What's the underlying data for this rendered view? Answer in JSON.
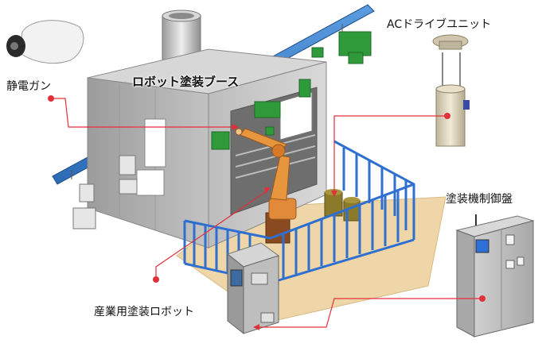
{
  "labels": {
    "booth": "ロボット塗装ブース",
    "gun": "静電ガン",
    "drive": "ACドライブユニット",
    "panel": "塗装機制御盤",
    "robot": "産業用塗装ロボット"
  },
  "colors": {
    "callout": "#e0303a",
    "rail": "#3a7cc4",
    "booth_wall": "#c8c8c8",
    "green_unit": "#2e9a3a",
    "robot": "#e08a3a",
    "floor": "#efd6a8",
    "fence": "#2f6fd0"
  }
}
